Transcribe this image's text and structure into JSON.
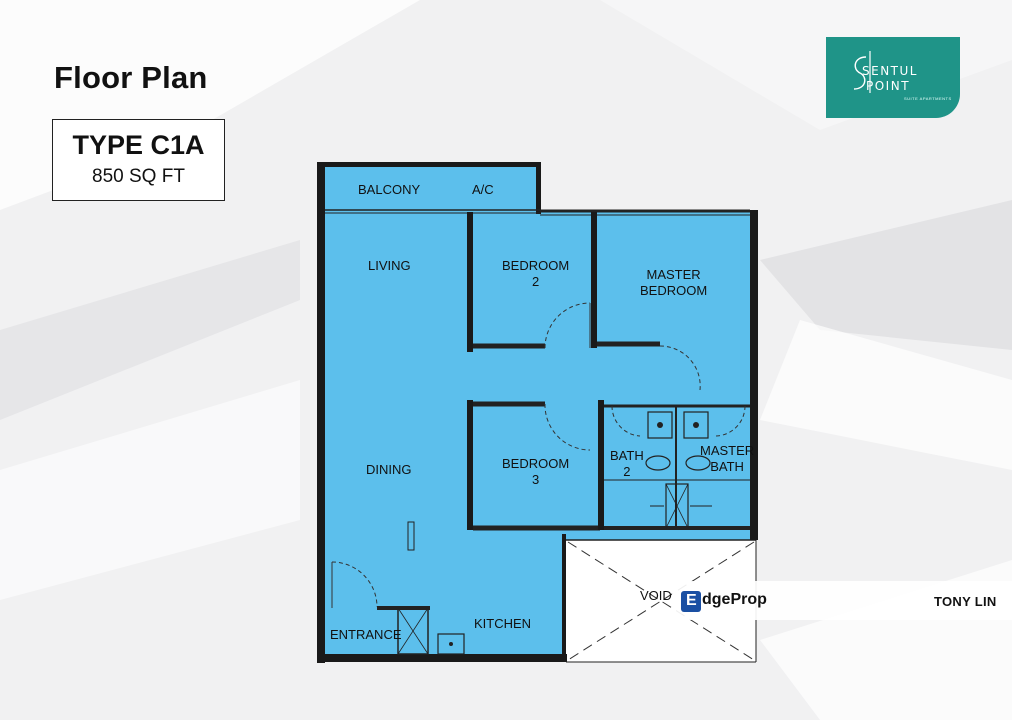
{
  "header": {
    "title": "Floor Plan",
    "unit_type": "TYPE C1A",
    "unit_size": "850 SQ FT"
  },
  "logo": {
    "line1": "SENTUL",
    "line2": "POINT",
    "tagline": "SUITE APARTMENTS",
    "color": "#1f9488"
  },
  "rooms": {
    "balcony": "BALCONY",
    "ac": "A/C",
    "living": "LIVING",
    "bedroom2_line1": "BEDROOM",
    "bedroom2_line2": "2",
    "master_bedroom_line1": "MASTER",
    "master_bedroom_line2": "BEDROOM",
    "dining": "DINING",
    "bedroom3_line1": "BEDROOM",
    "bedroom3_line2": "3",
    "bath2_line1": "BATH",
    "bath2_line2": "2",
    "master_bath_line1": "MASTER",
    "master_bath_line2": "BATH",
    "void": "VOID",
    "entrance": "ENTRANCE",
    "kitchen": "KITCHEN"
  },
  "watermark": {
    "brand_initial": "E",
    "brand_rest": "dgeProp",
    "agent": "TONY LIN"
  },
  "colors": {
    "room_fill": "#5cbfec",
    "wall": "#1a1a1a",
    "background": "#f1f1f2"
  }
}
